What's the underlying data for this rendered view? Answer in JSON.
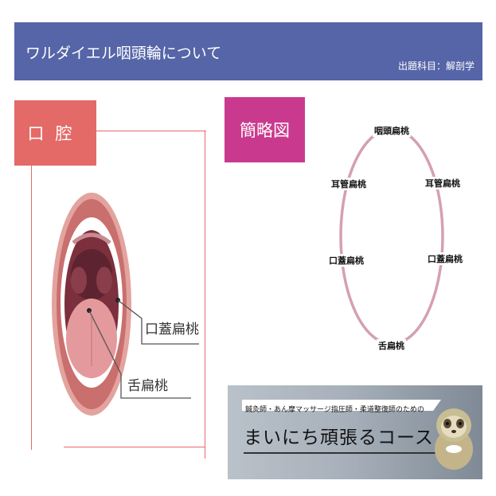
{
  "header": {
    "title": "ワルダイエル咽頭輪について",
    "subject": "出題科目：解剖学"
  },
  "tabs": {
    "oral": "口腔",
    "simple": "簡略図"
  },
  "oral_labels": {
    "palatine": "口蓋扁桃",
    "lingual": "舌扁桃"
  },
  "diagram": {
    "top": "咽頭扁桃",
    "upper_left": "耳管扁桃",
    "upper_right": "耳管扁桃",
    "mid_left": "口蓋扁桃",
    "mid_right": "口蓋扁桃",
    "bottom": "舌扁桃"
  },
  "banner": {
    "subtitle": "鍼灸師・あん摩マッサージ指圧師・柔道整復師のための",
    "title": "まいにち頑張るコース",
    "mascot_icon": "sloth-mascot-icon"
  },
  "colors": {
    "header": "#5565a8",
    "oral_tab": "#e36a67",
    "simple_tab": "#c93a8e",
    "ring": "#d4a0b2",
    "red_line": "#e66a6a"
  }
}
